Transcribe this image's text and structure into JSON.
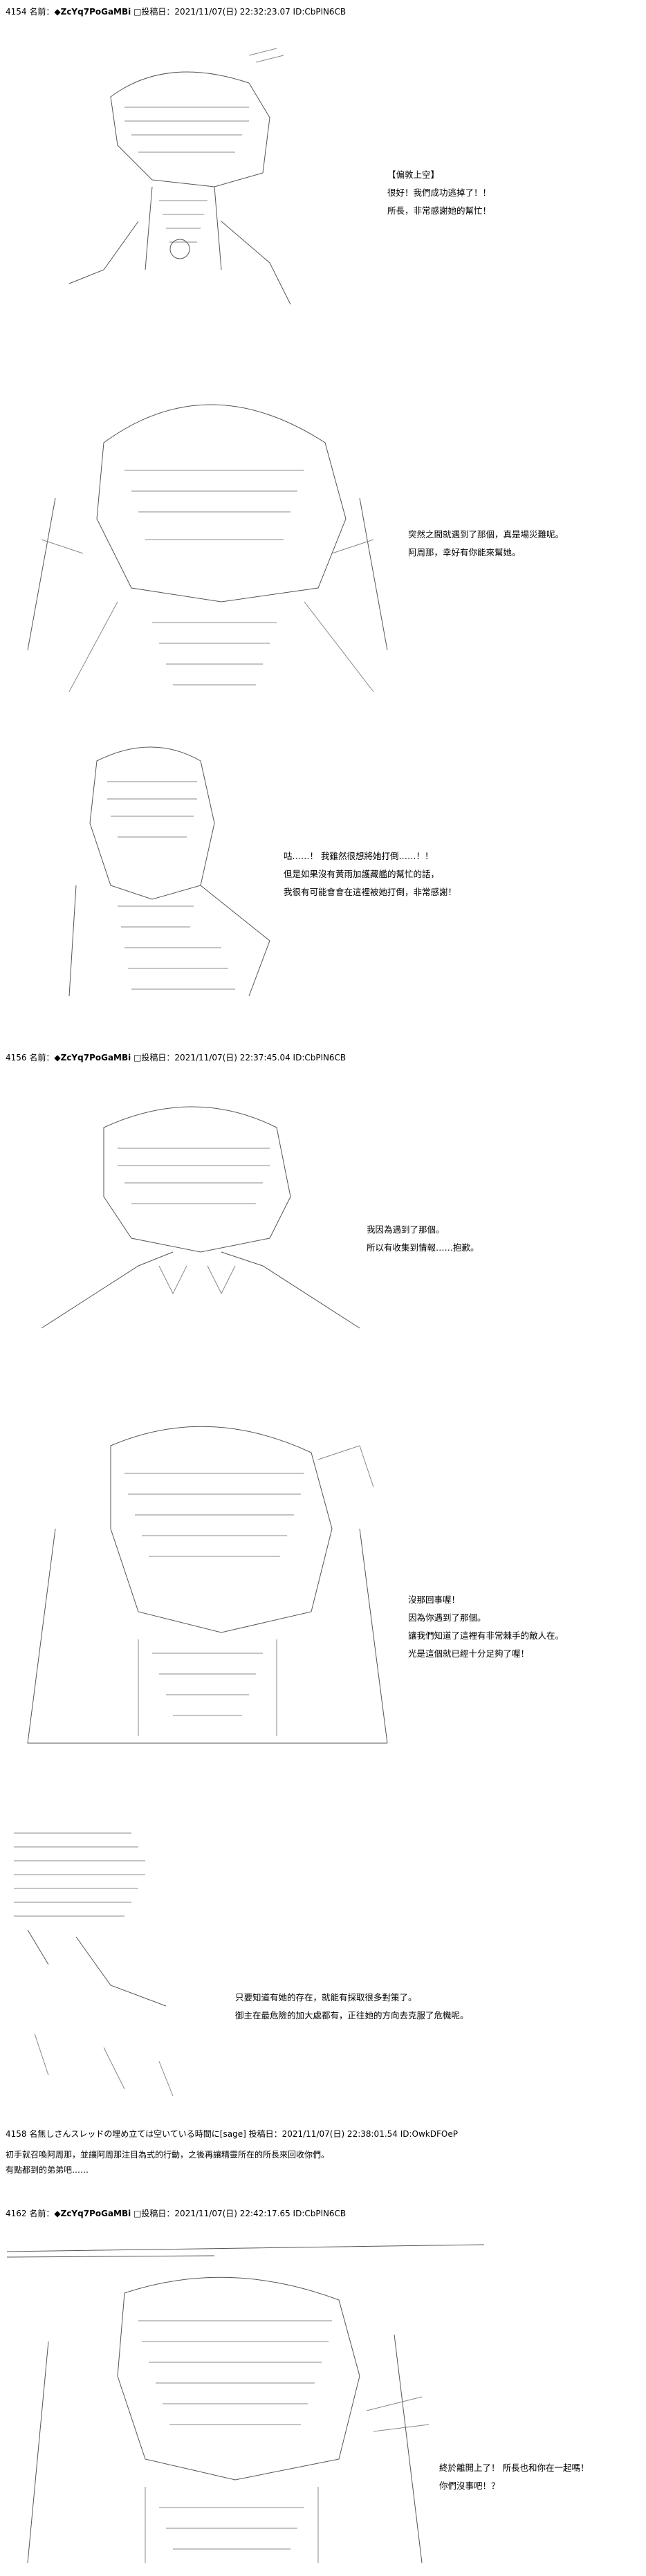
{
  "posts": [
    {
      "header": {
        "number": "4154",
        "name_label": "名前：",
        "trip": "◆ZcYq7PoGaMBi",
        "id_box": "□",
        "date_label": "投稿日：2021/11/07(日) 22:32:23.07 ID:CbPlN6CB"
      },
      "panels": [
        {
          "lines": [
            "【偏敦上空】",
            "",
            "很好！我們成功逃掉了！！",
            "所長，非常感謝她的幫忙！"
          ]
        },
        {
          "lines": [
            "突然之間就遇到了那個，真是場災難呢。",
            "阿周那，幸好有你能來幫她。"
          ]
        },
        {
          "lines": [
            "咕……！ 我雖然很想將她打倒……！！",
            "但是如果沒有黃雨加護藏艦的幫忙的話，",
            "我很有可能會會在這裡被她打倒，非常感謝！"
          ]
        }
      ]
    },
    {
      "header": {
        "number": "4156",
        "name_label": "名前：",
        "trip": "◆ZcYq7PoGaMBi",
        "id_box": "□",
        "date_label": "投稿日：2021/11/07(日) 22:37:45.04 ID:CbPlN6CB"
      },
      "panels": [
        {
          "lines": [
            "我因為遇到了那個。",
            "所以有收集到情報……抱歉。"
          ]
        },
        {
          "lines": [
            "沒那回事喔！",
            "因為你遇到了那個。",
            "讓我們知道了這裡有非常棘手的敵人在。",
            "光是這個就已經十分足夠了喔！"
          ]
        },
        {
          "lines": [
            "只要知道有她的存在，就能有採取很多對策了。",
            "御主在最危險的加大處都有，正往她的方向去克服了危機呢。"
          ]
        }
      ]
    },
    {
      "header": {
        "number": "4158",
        "name_label": "名無しさん",
        "rest": "スレッドの埋め立ては空いている時間に[sage]",
        "date_label": "投稿日：2021/11/07(日) 22:38:01.54 ID:OwkDFOeP"
      },
      "body_lines": [
        "初手就召喚阿周那，並讓阿周那注目為式的行動，之後再讓精靈所在的所長來回收你們。",
        "有點都到的弟弟吧……"
      ]
    },
    {
      "header": {
        "number": "4162",
        "name_label": "名前：",
        "trip": "◆ZcYq7PoGaMBi",
        "id_box": "□",
        "date_label": "投稿日：2021/11/07(日) 22:42:17.65 ID:CbPlN6CB"
      },
      "panels": [
        {
          "lines": [
            "終於離開上了！ 所長也和你在一起嗎！",
            "你們沒事吧！？"
          ]
        }
      ]
    }
  ]
}
